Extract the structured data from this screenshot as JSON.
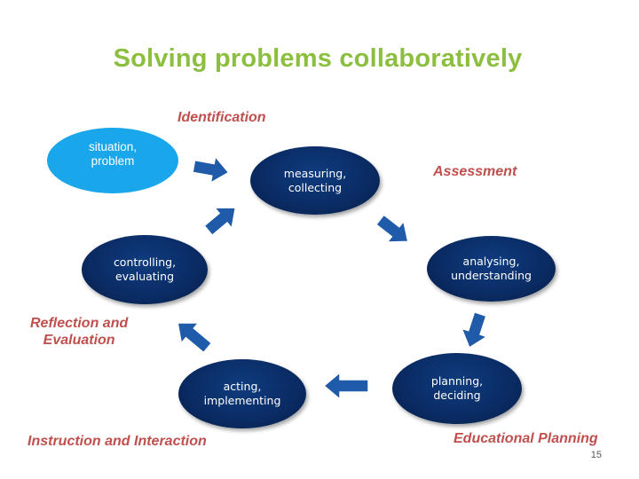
{
  "title": "Solving problems collaboratively",
  "stages": {
    "identification": "Identification",
    "assessment": "Assessment",
    "reflection": "Reflection and\nEvaluation",
    "instruction": "Instruction and Interaction",
    "educational_planning": "Educational Planning"
  },
  "nodes": {
    "situation": "situation,\nproblem",
    "measuring": "measuring,\ncollecting",
    "analysing": "analysing,\nunderstanding",
    "planning": "planning,\ndeciding",
    "acting": "acting,\nimplementing",
    "controlling": "controlling,\nevaluating"
  },
  "page_number": "15",
  "colors": {
    "title": "#8cbf3f",
    "stage": "#c0504d",
    "node_dark": "#0a2b63",
    "node_light": "#1aa6ea",
    "arrow": "#1f5ba8"
  }
}
